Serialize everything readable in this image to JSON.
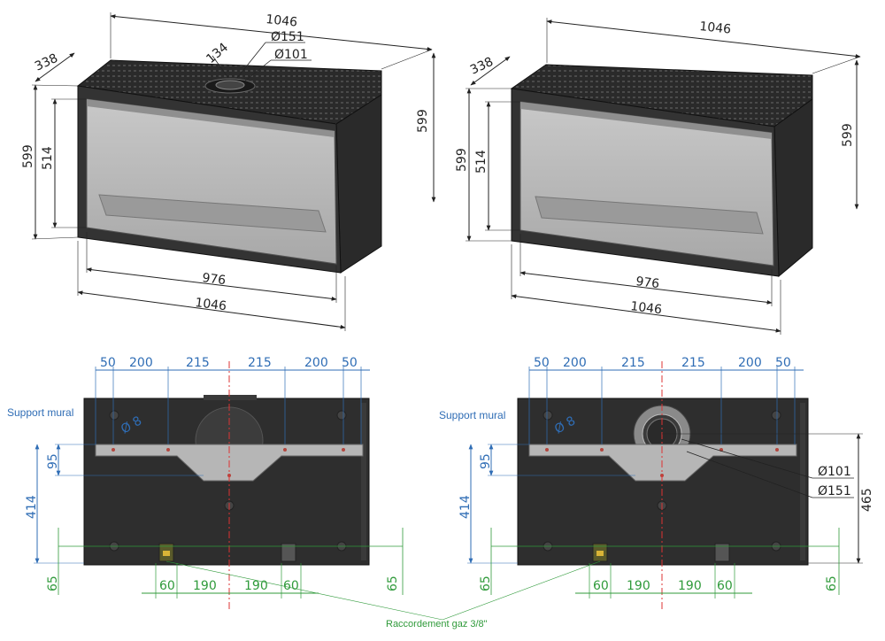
{
  "iso": {
    "width": "1046",
    "depth": "338",
    "height": "599",
    "glass_height": "514",
    "glass_width": "976",
    "flue_offset": "134",
    "flue_outer": "Ø151",
    "flue_inner": "Ø101"
  },
  "front": {
    "top_dims": [
      "50",
      "200",
      "215",
      "215",
      "200",
      "50"
    ],
    "bottom_dims": [
      "60",
      "190",
      "190",
      "60"
    ],
    "support_label": "Support mural",
    "hole_dia": "Ø 8",
    "bracket_height": "95",
    "bracket_pos": "414",
    "gas_height": "65",
    "flue_height": "465",
    "flue_inner": "Ø101",
    "flue_outer": "Ø151",
    "gas_label": "Raccordement gaz 3/8\""
  },
  "colors": {
    "body": "#2b2b2b",
    "glass": "#b9b9b9",
    "dim_blue": "#2f6db5",
    "dim_green": "#2f9a3a",
    "center_red": "#d33"
  }
}
